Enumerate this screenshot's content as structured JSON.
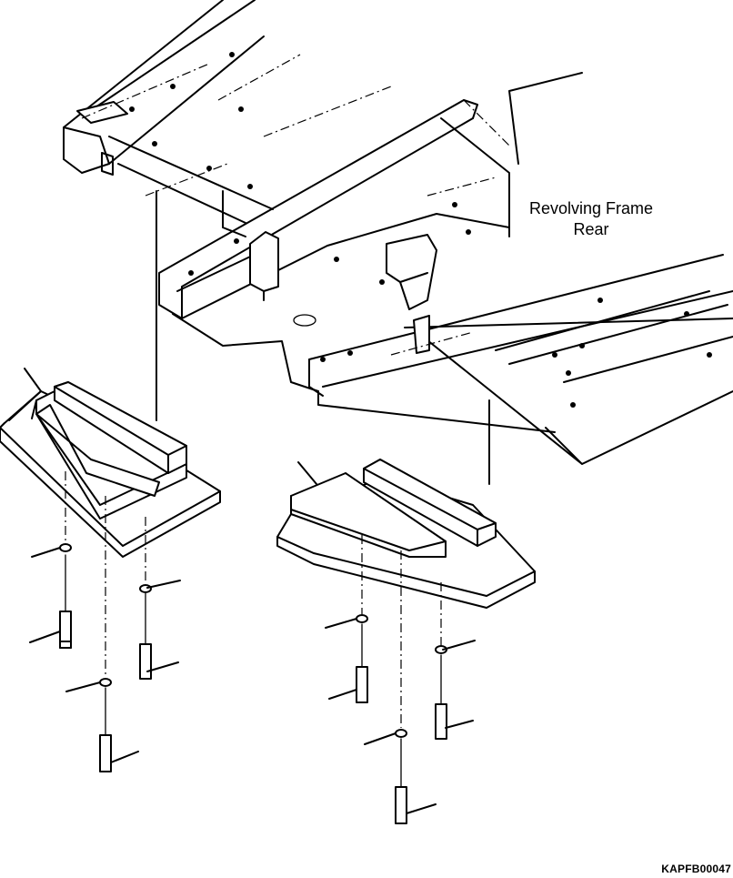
{
  "labels": {
    "caption_line1": "Revolving Frame",
    "caption_line2": "Rear",
    "figure_code": "KAPFB00047"
  },
  "colors": {
    "line": "#000000",
    "background": "#ffffff"
  }
}
